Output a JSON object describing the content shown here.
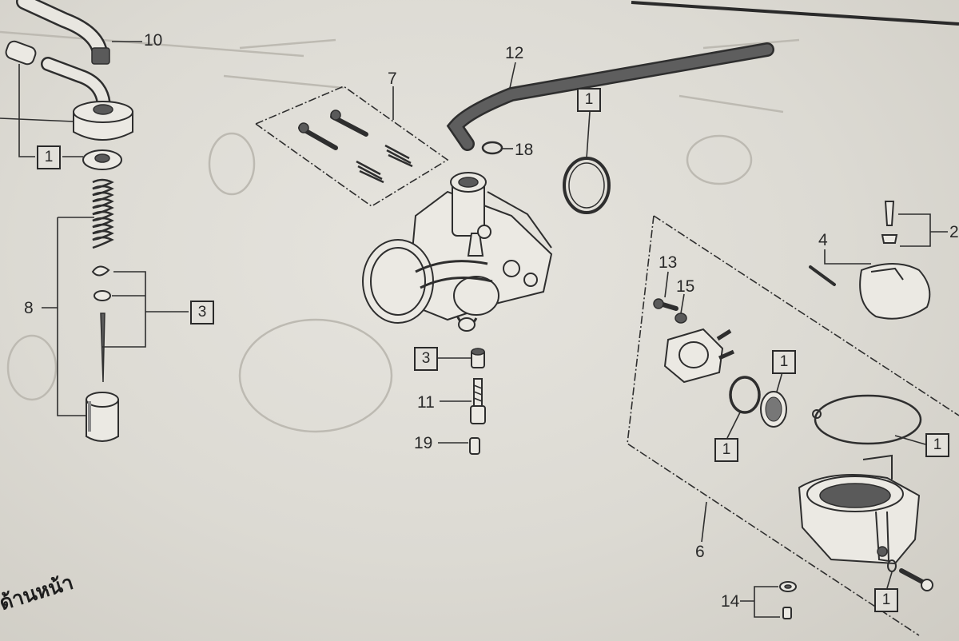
{
  "callouts": {
    "c10": "10",
    "c12": "12",
    "c7": "7",
    "c18": "18",
    "c8": "8",
    "c11": "11",
    "c19": "19",
    "c13": "13",
    "c15": "15",
    "c4": "4",
    "c2": "2",
    "c6": "6",
    "c14": "14"
  },
  "boxed": {
    "b_left_1": "1",
    "b_left_3": "3",
    "b_top_1": "1",
    "b_center_3": "3",
    "b_right_1a": "1",
    "b_right_1b": "1",
    "b_right_1c": "1",
    "b_right_1d": "1"
  },
  "thai_caption": "ด้านหน้า",
  "colors": {
    "paper": "#dcdad4",
    "ink": "#2a2a2a"
  }
}
